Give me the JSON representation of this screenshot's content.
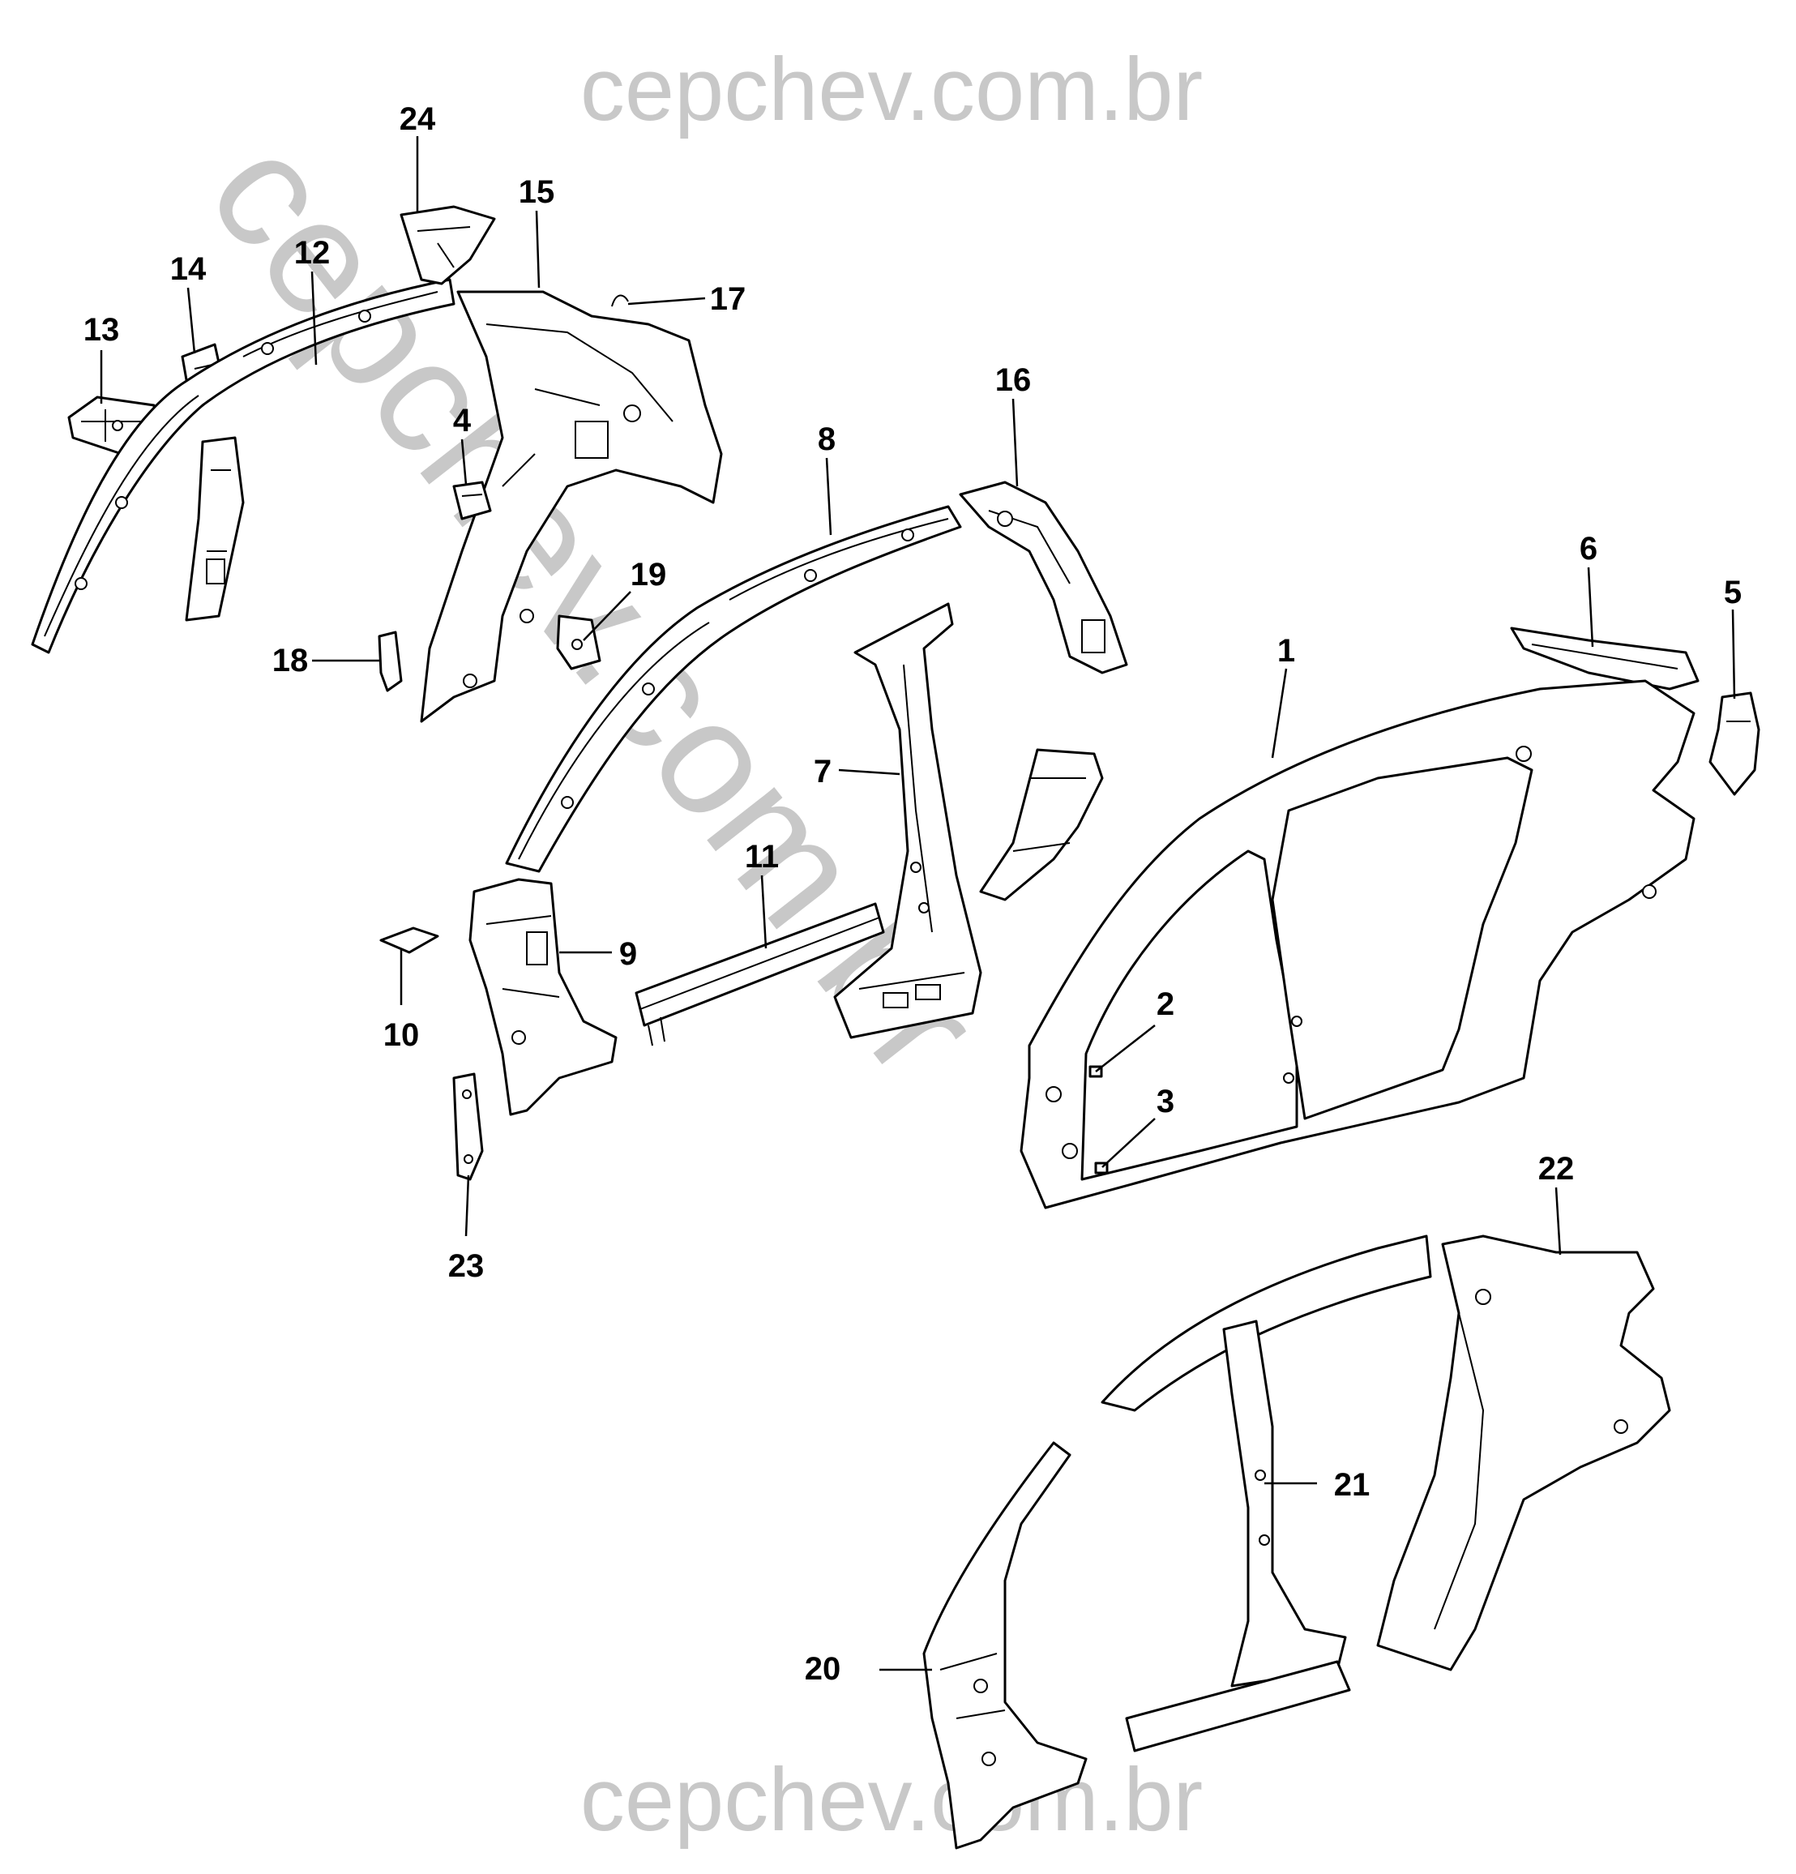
{
  "watermark": {
    "top_text": "cepchev.com.br",
    "bottom_text": "cepchev.com.br",
    "diagonal_text": "cepchev.com.br"
  },
  "callouts": {
    "c1": "1",
    "c2": "2",
    "c3": "3",
    "c4": "4",
    "c5": "5",
    "c6": "6",
    "c7": "7",
    "c8": "8",
    "c9": "9",
    "c10": "10",
    "c11": "11",
    "c12": "12",
    "c13": "13",
    "c14": "14",
    "c15": "15",
    "c16": "16",
    "c17": "17",
    "c18": "18",
    "c19": "19",
    "c20": "20",
    "c21": "21",
    "c22": "22",
    "c23": "23",
    "c24": "24"
  },
  "colors": {
    "line": "#000000",
    "watermark": "#c8c8c8",
    "background": "#ffffff"
  }
}
